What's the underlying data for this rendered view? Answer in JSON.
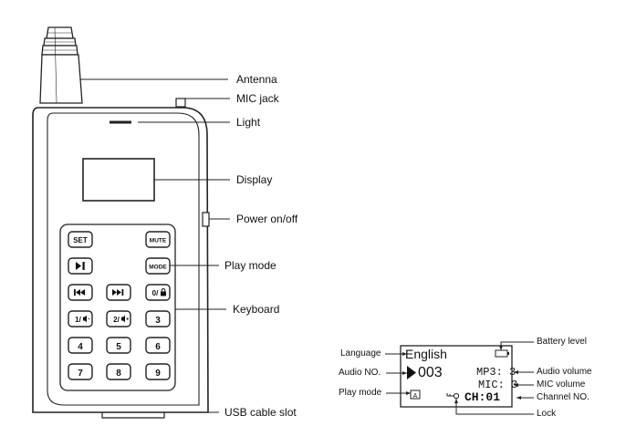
{
  "callouts": {
    "antenna": "Antenna",
    "mic_jack": "MIC jack",
    "light": "Light",
    "display": "Display",
    "power": "Power on/off",
    "play_mode": "Play mode",
    "keyboard": "Keyboard",
    "usb": "USB cable slot"
  },
  "keypad": {
    "set": "SET",
    "mute": "MUTE",
    "mode": "MODE",
    "lock_key": "0/",
    "ch1": "1/",
    "ch2": "2/",
    "digits": [
      "3",
      "4",
      "5",
      "6",
      "7",
      "8",
      "9"
    ]
  },
  "lcd": {
    "language_value": "English",
    "audio_no_value": "003",
    "mp3_line": "MP3: 3",
    "mic_line": "MIC: 3",
    "channel_line": "CH:01",
    "mode_box": "A"
  },
  "lcd_callouts": {
    "language": "Language",
    "audio_no": "Audio NO.",
    "play_mode": "Play mode",
    "battery": "Battery level",
    "audio_volume": "Audio volume",
    "mic_volume": "MIC volume",
    "channel_no": "Channel NO.",
    "lock": "Lock"
  }
}
